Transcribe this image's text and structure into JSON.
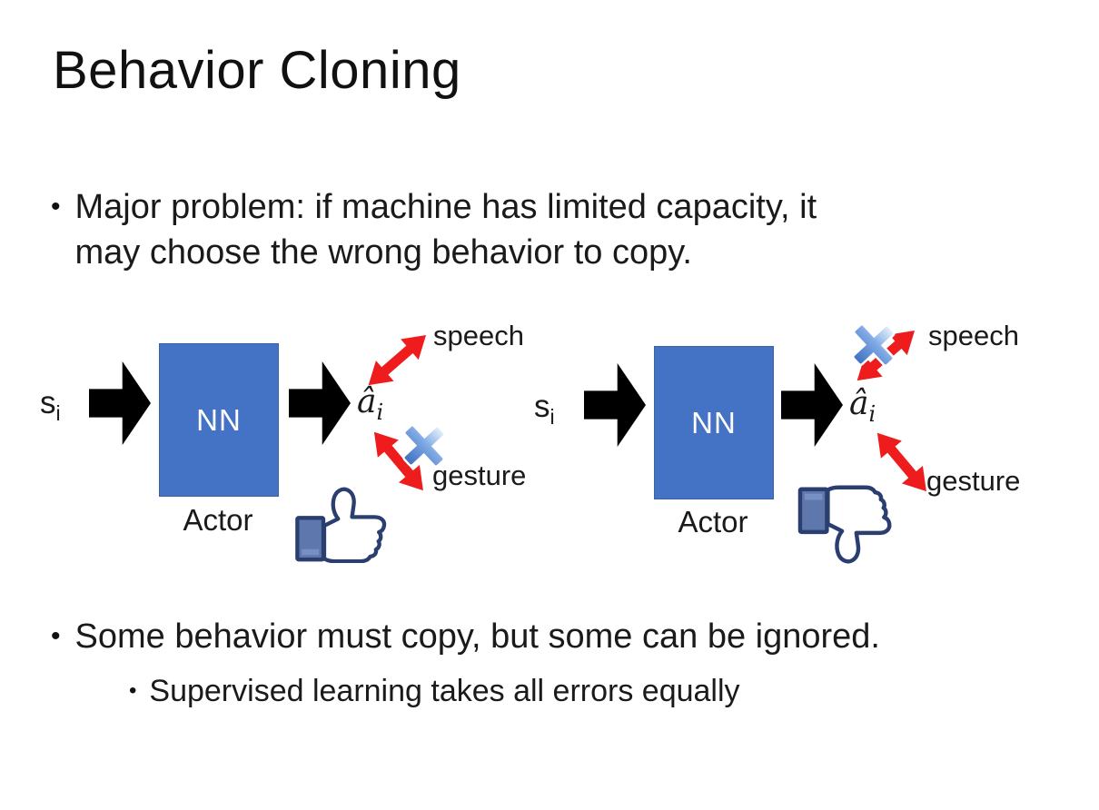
{
  "slide": {
    "title": "Behavior Cloning",
    "bullets": {
      "b1_line1": "Major problem: if machine has limited capacity, it",
      "b1_line2": "may choose the wrong behavior to copy.",
      "b2": "Some behavior must copy, but some can be ignored.",
      "b2_sub": "Supervised learning takes all errors equally",
      "marker": "•"
    }
  },
  "diagram": {
    "input_label": "s",
    "input_sub": "i",
    "nn_label": "NN",
    "output_label": "â",
    "output_sub": "i",
    "actor_label": "Actor",
    "speech_label": "speech",
    "gesture_label": "gesture"
  },
  "left_diagram": {
    "crossed_out": "gesture",
    "feedback_icon": "thumbs-up"
  },
  "right_diagram": {
    "crossed_out": "speech",
    "feedback_icon": "thumbs-down"
  },
  "colors": {
    "nn_box": "#4472C4",
    "nn_border": "#3B649F",
    "block_arrow": "#000000",
    "red_arrow": "#EE1C1C",
    "cross_gradient_top": "#EAF3FC",
    "cross_gradient_bottom": "#3E6FC0",
    "thumb_outline": "#2B3E70",
    "thumb_cuff": "#5E77AC",
    "text": "#1a1a1a",
    "background": "#ffffff"
  }
}
